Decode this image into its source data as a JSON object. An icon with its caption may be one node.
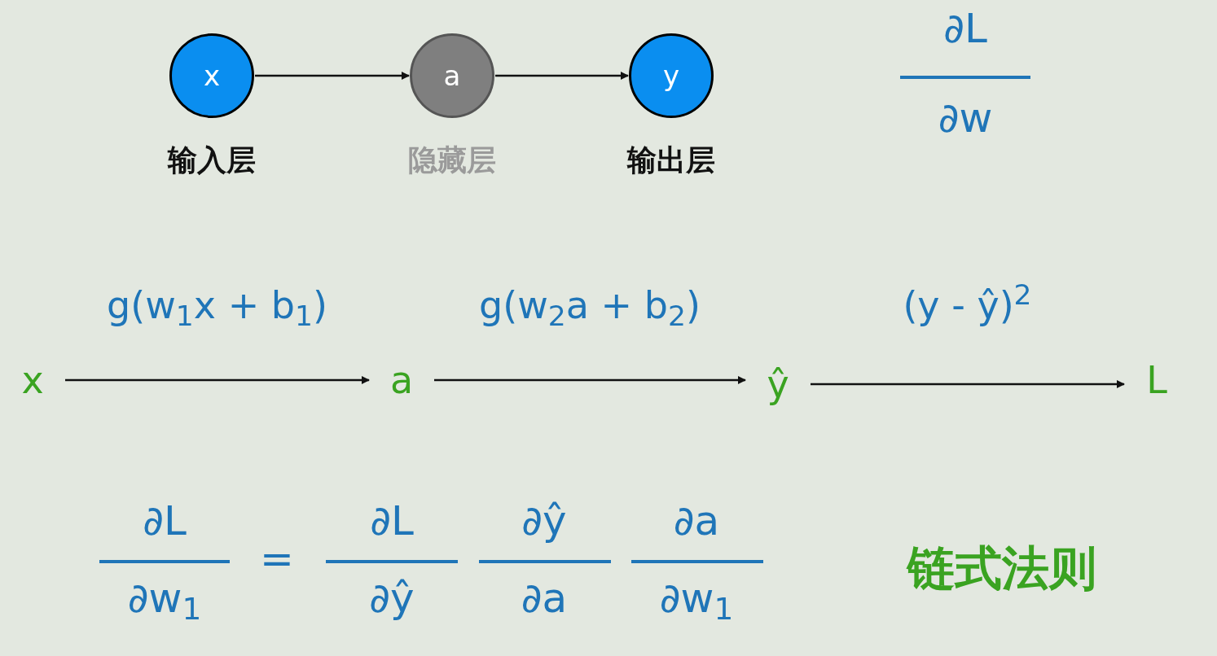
{
  "diagram": {
    "nodes": [
      {
        "text": [
          "x"
        ],
        "beside": [
          "输入层"
        ]
      },
      {
        "text": [
          "a"
        ],
        "beside": [
          "隐藏层"
        ]
      },
      {
        "text": [
          "y"
        ],
        "beside": [
          "输出层"
        ]
      },
      {
        "text": [
          "x"
        ]
      },
      {
        "text": [
          "a"
        ]
      },
      {
        "text": [
          "ŷ"
        ]
      },
      {
        "text": [
          "L"
        ]
      }
    ],
    "edges": [
      {
        "from": 0,
        "to": 1,
        "arrow": "to"
      },
      {
        "from": 1,
        "to": 2,
        "arrow": "to"
      },
      {
        "from": 3,
        "to": 4,
        "arrow": "to",
        "label": "g(w$_{1}$x + b$_{1}$)"
      },
      {
        "from": 4,
        "to": 5,
        "arrow": "to",
        "label": "g(w$_{2}$a + b$_{2}$)"
      },
      {
        "from": 5,
        "to": 6,
        "arrow": "to",
        "label": "(y - ŷ)$^{2}$"
      }
    ],
    "labels": [
      "∂L",
      "∂w",
      "∂L",
      "∂w$_{1}$",
      "=",
      "∂L",
      "∂ŷ",
      "∂ŷ",
      "∂a",
      "∂a",
      "∂w$_{1}$",
      "链式法则"
    ]
  }
}
